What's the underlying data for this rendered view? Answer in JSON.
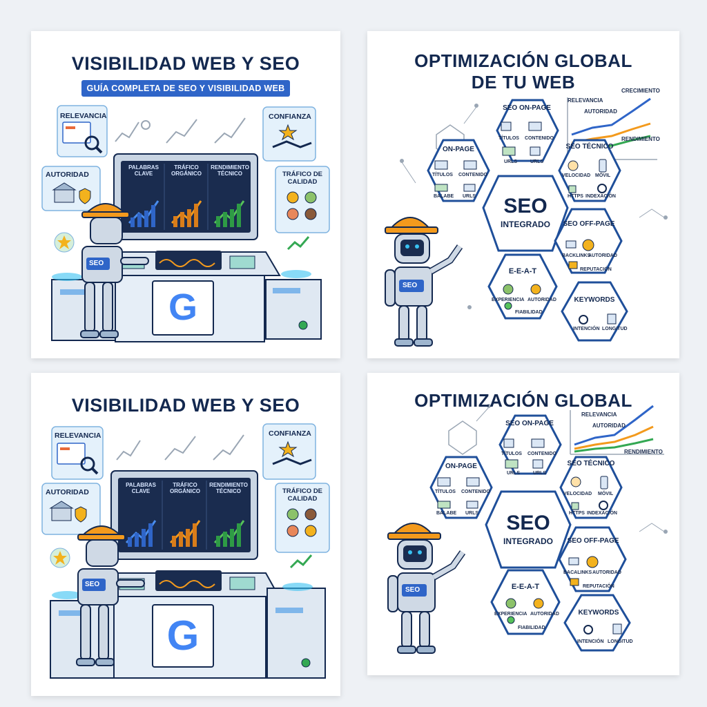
{
  "panel1": {
    "title": "VISIBILIDAD WEB Y SEO",
    "subtitle": "GUÍA COMPLETA DE SEO Y VISIBILIDAD WEB",
    "relevancia": "RELEVANCIA",
    "confianza": "CONFIANZA",
    "autoridad": "AUTORIDAD",
    "trafico": "TRÁFICO DE CALIDAD",
    "screen": [
      "PALABRAS CLAVE",
      "TRÁFICO ORGÁNICO",
      "RENDIMIENTO TÉCNICO"
    ],
    "robot_label": "SEO",
    "brand_letter": "G"
  },
  "panel2": {
    "title_line1": "OPTIMIZACIÓN GLOBAL",
    "title_line2": "DE TU WEB",
    "chart_labels": [
      "CRECIMIENTO",
      "RELEVANCIA",
      "AUTORIDAD",
      "RENDIMIENTO"
    ],
    "center_title": "SEO",
    "center_sub": "INTEGRADO",
    "robot_label": "SEO",
    "hex": {
      "seo_onpage": {
        "title": "SEO ON-PAGE",
        "items": [
          "TÍTULOS",
          "CONTENIDO",
          "URLS",
          "URLS"
        ]
      },
      "onpage": {
        "title": "ON-PAGE",
        "items": [
          "TÍTULOS",
          "CONTENIDO",
          "BALABE",
          "URLS"
        ]
      },
      "seo_tecnico": {
        "title": "SEO TÉCNICO",
        "items": [
          "VELOCIDAD",
          "MÓVIL",
          "HTTPS",
          "INDEXACIÓN"
        ]
      },
      "seo_offpage": {
        "title": "SEO OFF-PAGE",
        "items": [
          "BACKLINKS",
          "AUTORIDAD",
          "REPUTACIÓN"
        ]
      },
      "eeat": {
        "title": "E-E-A-T",
        "items": [
          "EXPERIENCIA",
          "AUTORIDAD",
          "FIABILIDAD"
        ]
      },
      "keywords": {
        "title": "KEYWORDS",
        "items": [
          "INTENCIÓN",
          "LONGITUD"
        ]
      }
    }
  },
  "panel3": {
    "title": "VISIBILIDAD WEB Y SEO",
    "relevancia": "RELEVANCIA",
    "confianza": "CONFIANZA",
    "autoridad": "AUTORIDAD",
    "trafico": "TRÁFICO DE CALIDAD",
    "screen": [
      "PALABRAS CLAVE",
      "TRÁFICO ORGÁNICO",
      "RENDIMIENTO TÉCNICO"
    ],
    "robot_label": "SEO",
    "brand_letter": "G"
  },
  "panel4": {
    "title": "OPTIMIZACIÓN GLOBAL",
    "chart_labels": [
      "RELEVANCIA",
      "AUTORIDAD",
      "RENDIMIENTO"
    ],
    "center_title": "SEO",
    "center_sub": "INTEGRADO",
    "robot_label": "SEO",
    "hex": {
      "seo_onpage": {
        "title": "SEO ON-PAGE",
        "items": [
          "TÍTULOS",
          "CONTENIDO",
          "URLS",
          "URLS"
        ]
      },
      "onpage": {
        "title": "ON-PAGE",
        "items": [
          "TÍTULOS",
          "CONTENIDO",
          "BALABE",
          "URLS"
        ]
      },
      "seo_tecnico": {
        "title": "SEO TÉCNICO",
        "items": [
          "VELOCIDAD",
          "MÓVIL",
          "HTTPS",
          "INDEXACIÓN"
        ]
      },
      "seo_offpage": {
        "title": "SEO OFF-PAGE",
        "items": [
          "BACALINKS",
          "AUTORIDAD",
          "REPUTACIÓN"
        ]
      },
      "eeat": {
        "title": "E-E-A-T",
        "items": [
          "EXPERIENCIA",
          "AUTORIDAD",
          "FIABILIDAD"
        ]
      },
      "keywords": {
        "title": "KEYWORDS",
        "items": [
          "INTENCIÓN",
          "LONGITUD"
        ]
      }
    }
  },
  "colors": {
    "navy": "#13284f",
    "accent_blue": "#2f65c8",
    "robot_helmet": "#f39a1d",
    "google_red": "#ea4335",
    "google_blue": "#4285f4",
    "google_green": "#34a853",
    "google_yellow": "#fbbc05"
  }
}
